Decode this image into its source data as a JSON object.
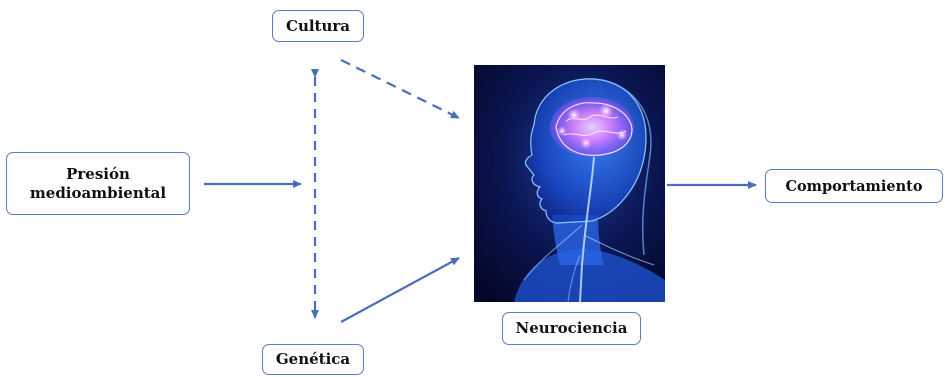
{
  "nodes": {
    "cultura": "Cultura",
    "presion_line1": "Presión",
    "presion_line2": "medioambiental",
    "genetica": "Genética",
    "neurociencia": "Neurociencia",
    "comportamiento": "Comportamiento"
  },
  "colors": {
    "arrow": "#4a6fb8",
    "border": "#5b7cc4",
    "image_bg_dark": "#060a2e",
    "image_glow": "#3a78ff",
    "brain_glow": "#d97cff"
  },
  "image": {
    "subject": "brain-head-illustration"
  }
}
